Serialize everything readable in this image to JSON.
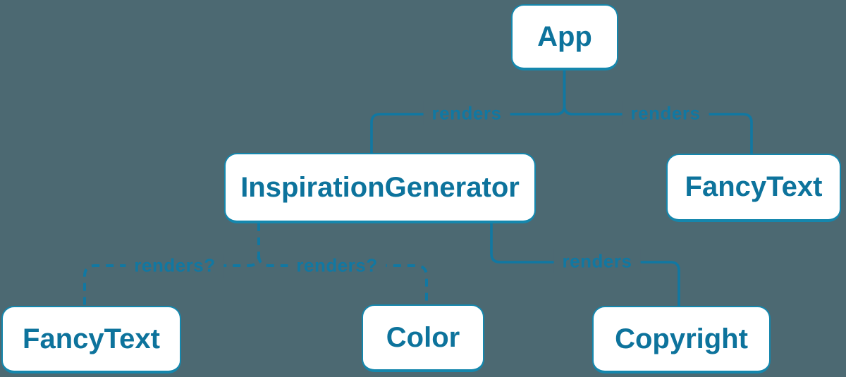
{
  "colors": {
    "background": "#4c6972",
    "line": "#1178a2",
    "text": "#0d739c",
    "boxBorder": "#1587ad",
    "boxFill": "#ffffff"
  },
  "nodes": {
    "app": {
      "label": "App"
    },
    "inspirationGenerator": {
      "label": "InspirationGenerator"
    },
    "fancyTextTop": {
      "label": "FancyText"
    },
    "fancyTextBottom": {
      "label": "FancyText"
    },
    "color": {
      "label": "Color"
    },
    "copyright": {
      "label": "Copyright"
    }
  },
  "edges": [
    {
      "from": "App",
      "to": "InspirationGenerator",
      "label": "renders",
      "style": "solid"
    },
    {
      "from": "App",
      "to": "FancyText",
      "label": "renders",
      "style": "solid"
    },
    {
      "from": "InspirationGenerator",
      "to": "FancyText",
      "label": "renders?",
      "style": "dashed"
    },
    {
      "from": "InspirationGenerator",
      "to": "Color",
      "label": "renders?",
      "style": "dashed"
    },
    {
      "from": "InspirationGenerator",
      "to": "Copyright",
      "label": "renders",
      "style": "solid"
    }
  ]
}
